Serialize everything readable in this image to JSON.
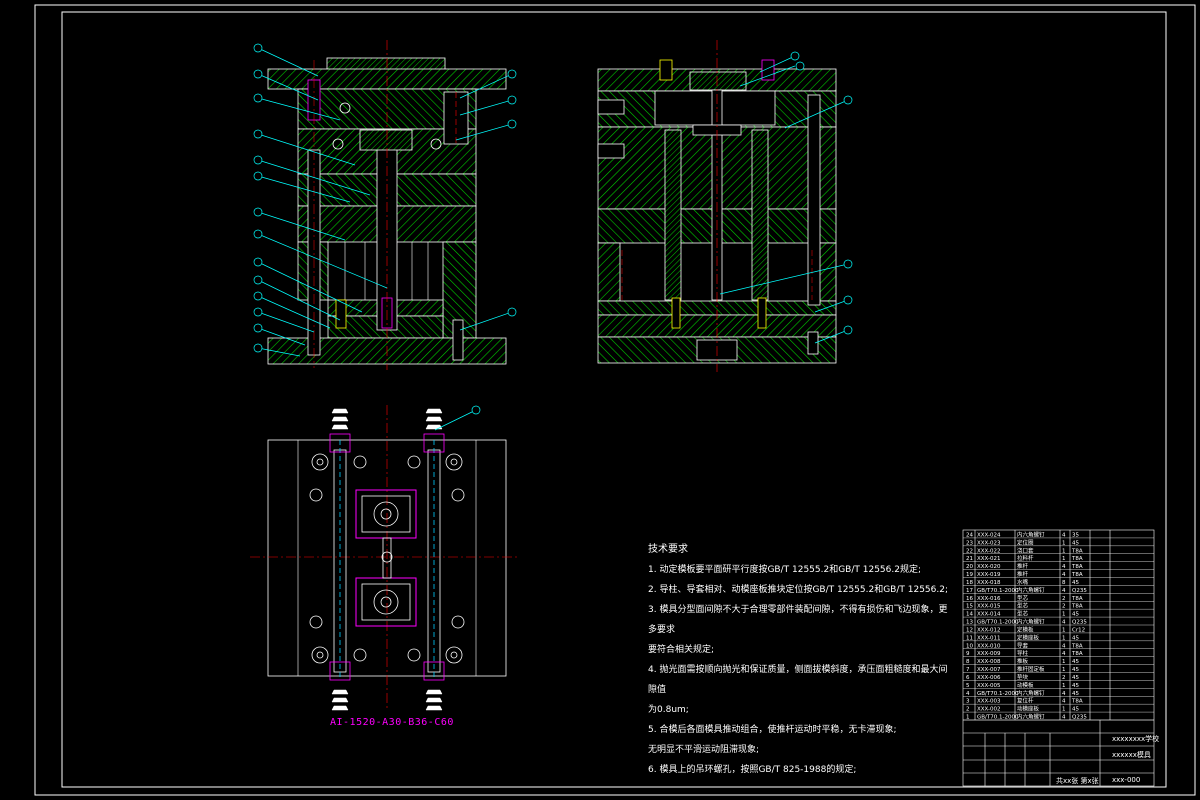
{
  "colors": {
    "background": "#000000",
    "frame": "#ffffff",
    "hatch": "#00ff00",
    "centerline": "#ff0000",
    "leader": "#00ffff",
    "highlight": "#ff00ff",
    "pin": "#ffff00"
  },
  "caption": "AI-1520-A30-B36-C60",
  "notes": {
    "title": "技术要求",
    "items": [
      "1. 动定模板要平面研平行度按GB/T 12555.2和GB/T 12556.2规定;",
      "2. 导柱、导套相对、动模座板推块定位按GB/T 12555.2和GB/T 12556.2;",
      "3. 模具分型面间隙不大于合理零部件装配间隙，不得有损伤和飞边现象，更多要求",
      "   要符合相关规定;",
      "4. 抛光面需按顺向抛光和保证质量，侧面拔模斜度，承压面粗糙度和最大间隙值",
      "   为0.8um;",
      "5. 合模后各面模具推动组合，使推杆运动时平稳，无卡滞现象;",
      "   无明显不平滑运动阻滞现象;",
      "6. 模具上的吊环螺孔，按照GB/T 825-1988的规定;"
    ]
  },
  "title_block": {
    "company": "xxxxxxxx学校",
    "drawing_name": "xxxxxx模具",
    "drawing_no": "xxx-000",
    "sheet": "共xx张 第x张"
  },
  "bom_rows": [
    {
      "no": "24",
      "code": "XXX-024",
      "name": "内六角螺钉",
      "qty": "4",
      "mat": "35"
    },
    {
      "no": "23",
      "code": "XXX-023",
      "name": "定位圈",
      "qty": "1",
      "mat": "45"
    },
    {
      "no": "22",
      "code": "XXX-022",
      "name": "浇口套",
      "qty": "1",
      "mat": "T8A"
    },
    {
      "no": "21",
      "code": "XXX-021",
      "name": "拉料杆",
      "qty": "1",
      "mat": "T8A"
    },
    {
      "no": "20",
      "code": "XXX-020",
      "name": "推杆",
      "qty": "4",
      "mat": "T8A"
    },
    {
      "no": "19",
      "code": "XXX-019",
      "name": "推杆",
      "qty": "4",
      "mat": "T8A"
    },
    {
      "no": "18",
      "code": "XXX-018",
      "name": "水嘴",
      "qty": "8",
      "mat": "45"
    },
    {
      "no": "17",
      "code": "GB/T70.1-2000",
      "name": "内六角螺钉",
      "qty": "4",
      "mat": "Q235"
    },
    {
      "no": "16",
      "code": "XXX-016",
      "name": "型芯",
      "qty": "2",
      "mat": "T8A"
    },
    {
      "no": "15",
      "code": "XXX-015",
      "name": "型芯",
      "qty": "2",
      "mat": "T8A"
    },
    {
      "no": "14",
      "code": "XXX-014",
      "name": "型芯",
      "qty": "1",
      "mat": "45"
    },
    {
      "no": "13",
      "code": "GB/T70.1-2000",
      "name": "内六角螺钉",
      "qty": "4",
      "mat": "Q235"
    },
    {
      "no": "12",
      "code": "XXX-012",
      "name": "定模板",
      "qty": "1",
      "mat": "Cr12"
    },
    {
      "no": "11",
      "code": "XXX-011",
      "name": "定模座板",
      "qty": "1",
      "mat": "45"
    },
    {
      "no": "10",
      "code": "XXX-010",
      "name": "导套",
      "qty": "4",
      "mat": "T8A"
    },
    {
      "no": "9",
      "code": "XXX-009",
      "name": "导柱",
      "qty": "4",
      "mat": "T8A"
    },
    {
      "no": "8",
      "code": "XXX-008",
      "name": "推板",
      "qty": "1",
      "mat": "45"
    },
    {
      "no": "7",
      "code": "XXX-007",
      "name": "推杆固定板",
      "qty": "1",
      "mat": "45"
    },
    {
      "no": "6",
      "code": "XXX-006",
      "name": "垫块",
      "qty": "2",
      "mat": "45"
    },
    {
      "no": "5",
      "code": "XXX-005",
      "name": "动模板",
      "qty": "1",
      "mat": "45"
    },
    {
      "no": "4",
      "code": "GB/T70.1-2000",
      "name": "内六角螺钉",
      "qty": "4",
      "mat": "45"
    },
    {
      "no": "3",
      "code": "XXX-003",
      "name": "复位杆",
      "qty": "4",
      "mat": "T8A"
    },
    {
      "no": "2",
      "code": "XXX-002",
      "name": "动模座板",
      "qty": "1",
      "mat": "45"
    },
    {
      "no": "1",
      "code": "GB/T70.1-2000",
      "name": "内六角螺钉",
      "qty": "4",
      "mat": "Q235"
    }
  ]
}
